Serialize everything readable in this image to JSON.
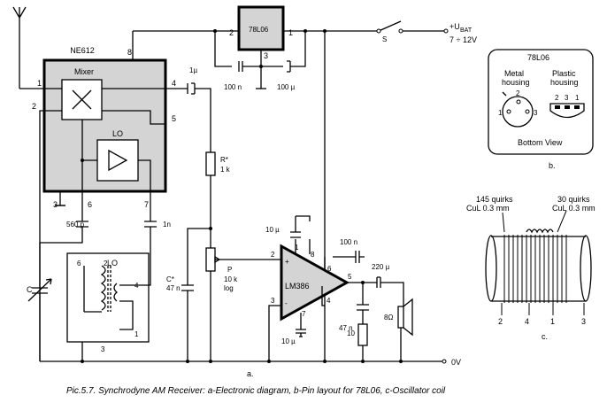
{
  "parts": {
    "ne612": "NE612",
    "mixer": "Mixer",
    "lo_block": "LO",
    "reg": "78L06",
    "lm386": "LM386",
    "lo_coil": "LO"
  },
  "pins": {
    "ne1": "1",
    "ne2": "2",
    "ne3": "3",
    "ne4": "4",
    "ne5": "5",
    "ne6": "6",
    "ne7": "7",
    "ne8": "8",
    "reg_in": "2",
    "reg_out": "1",
    "reg_gnd": "3",
    "amp1": "1",
    "amp2": "2",
    "amp3": "3",
    "amp4": "4",
    "amp5": "5",
    "amp6": "6",
    "amp7": "7",
    "amp8": "8",
    "coil6": "6",
    "coil2": "2",
    "coil4": "4",
    "coil1": "1",
    "coil3": "3"
  },
  "values": {
    "c_1u": "1µ",
    "c_100n_reg": "100 n",
    "c_100u": "100 µ",
    "r_star": "R*",
    "r_star_val": "1 k",
    "c_560p": "560 p",
    "c_1n": "1n",
    "c_star": "C*",
    "c_star_val": "47 n",
    "pot": "P",
    "pot_val": "10 k",
    "pot_taper": "log",
    "c_10u_top": "10 µ",
    "c_10u_bot": "10 µ",
    "c_100n_amp": "100 n",
    "c_220u": "220 µ",
    "c_47n_out": "47 n",
    "r_10": "10",
    "spk": "8Ω",
    "var_cap": "C",
    "switch": "S",
    "ubat_label": "+U",
    "ubat_sub": "BAT",
    "ubat_range": "7 ÷ 12V",
    "zero_v": "0V"
  },
  "labels": {
    "panel_a": "a.",
    "panel_b": "b.",
    "panel_c": "c.",
    "pinout_title": "78L06",
    "metal_1": "Metal",
    "metal_2": "housing",
    "plastic_1": "Plastic",
    "plastic_2": "housing",
    "bottom_view": "Bottom View",
    "metal_p1": "1",
    "metal_p2": "2",
    "metal_p3": "3",
    "plastic_p1": "2",
    "plastic_p2": "3",
    "plastic_p3": "1",
    "coil_q1a": "145 quirks",
    "coil_q1b": "CuL 0.3 mm",
    "coil_q2a": "30 quirks",
    "coil_q2b": "CuL 0.3 mm",
    "coil_p2": "2",
    "coil_p4": "4",
    "coil_p1": "1",
    "coil_p3": "3"
  },
  "caption": "Pic.5.7. Synchrodyne AM Receiver: a-Electronic diagram, b-Pin layout for 78L06, c-Oscillator coil"
}
